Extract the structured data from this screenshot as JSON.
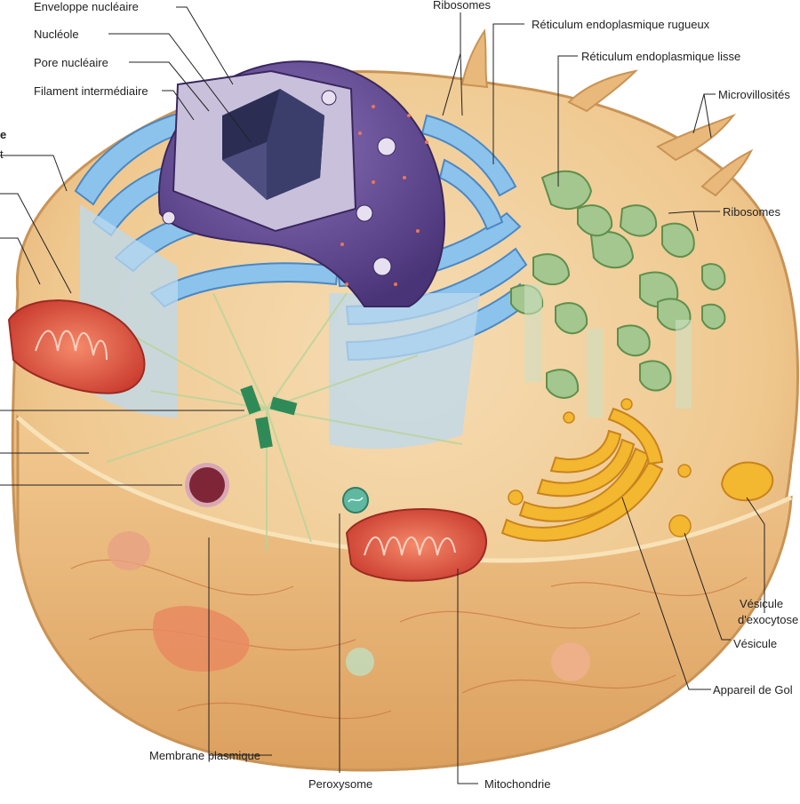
{
  "labels": {
    "enveloppe": "Enveloppe nucléaire",
    "nucleole": "Nucléole",
    "pore": "Pore nucléaire",
    "filament": "Filament intermédiaire",
    "ribosomes_top": "Ribosomes",
    "rer": "Réticulum endoplasmique rugueux",
    "rel": "Réticulum endoplasmique lisse",
    "microvillosites": "Microvillosités",
    "ribosomes_right": "Ribosomes",
    "vesicule_exo_1": "Vésicule",
    "vesicule_exo_2": "d'exocytose",
    "vesicule": "Vésicule",
    "golgi": "Appareil de Gol",
    "membrane": "Membrane plasmique",
    "peroxysome": "Peroxysome",
    "mitochondrie": "Mitochondrie",
    "cut_bold": "e",
    "cut_t": "t"
  },
  "colors": {
    "cytoplasm": "#f0cf9c",
    "membrane": "#d9a866",
    "nucleus": "#6c4f9a",
    "rer": "#7fb6e4",
    "sER": "#9cc48a",
    "golgi": "#f0b02a",
    "mitochondria": "#e5534b",
    "peroxisome": "#4fb59c",
    "lysosome": "#8a2e3f"
  }
}
